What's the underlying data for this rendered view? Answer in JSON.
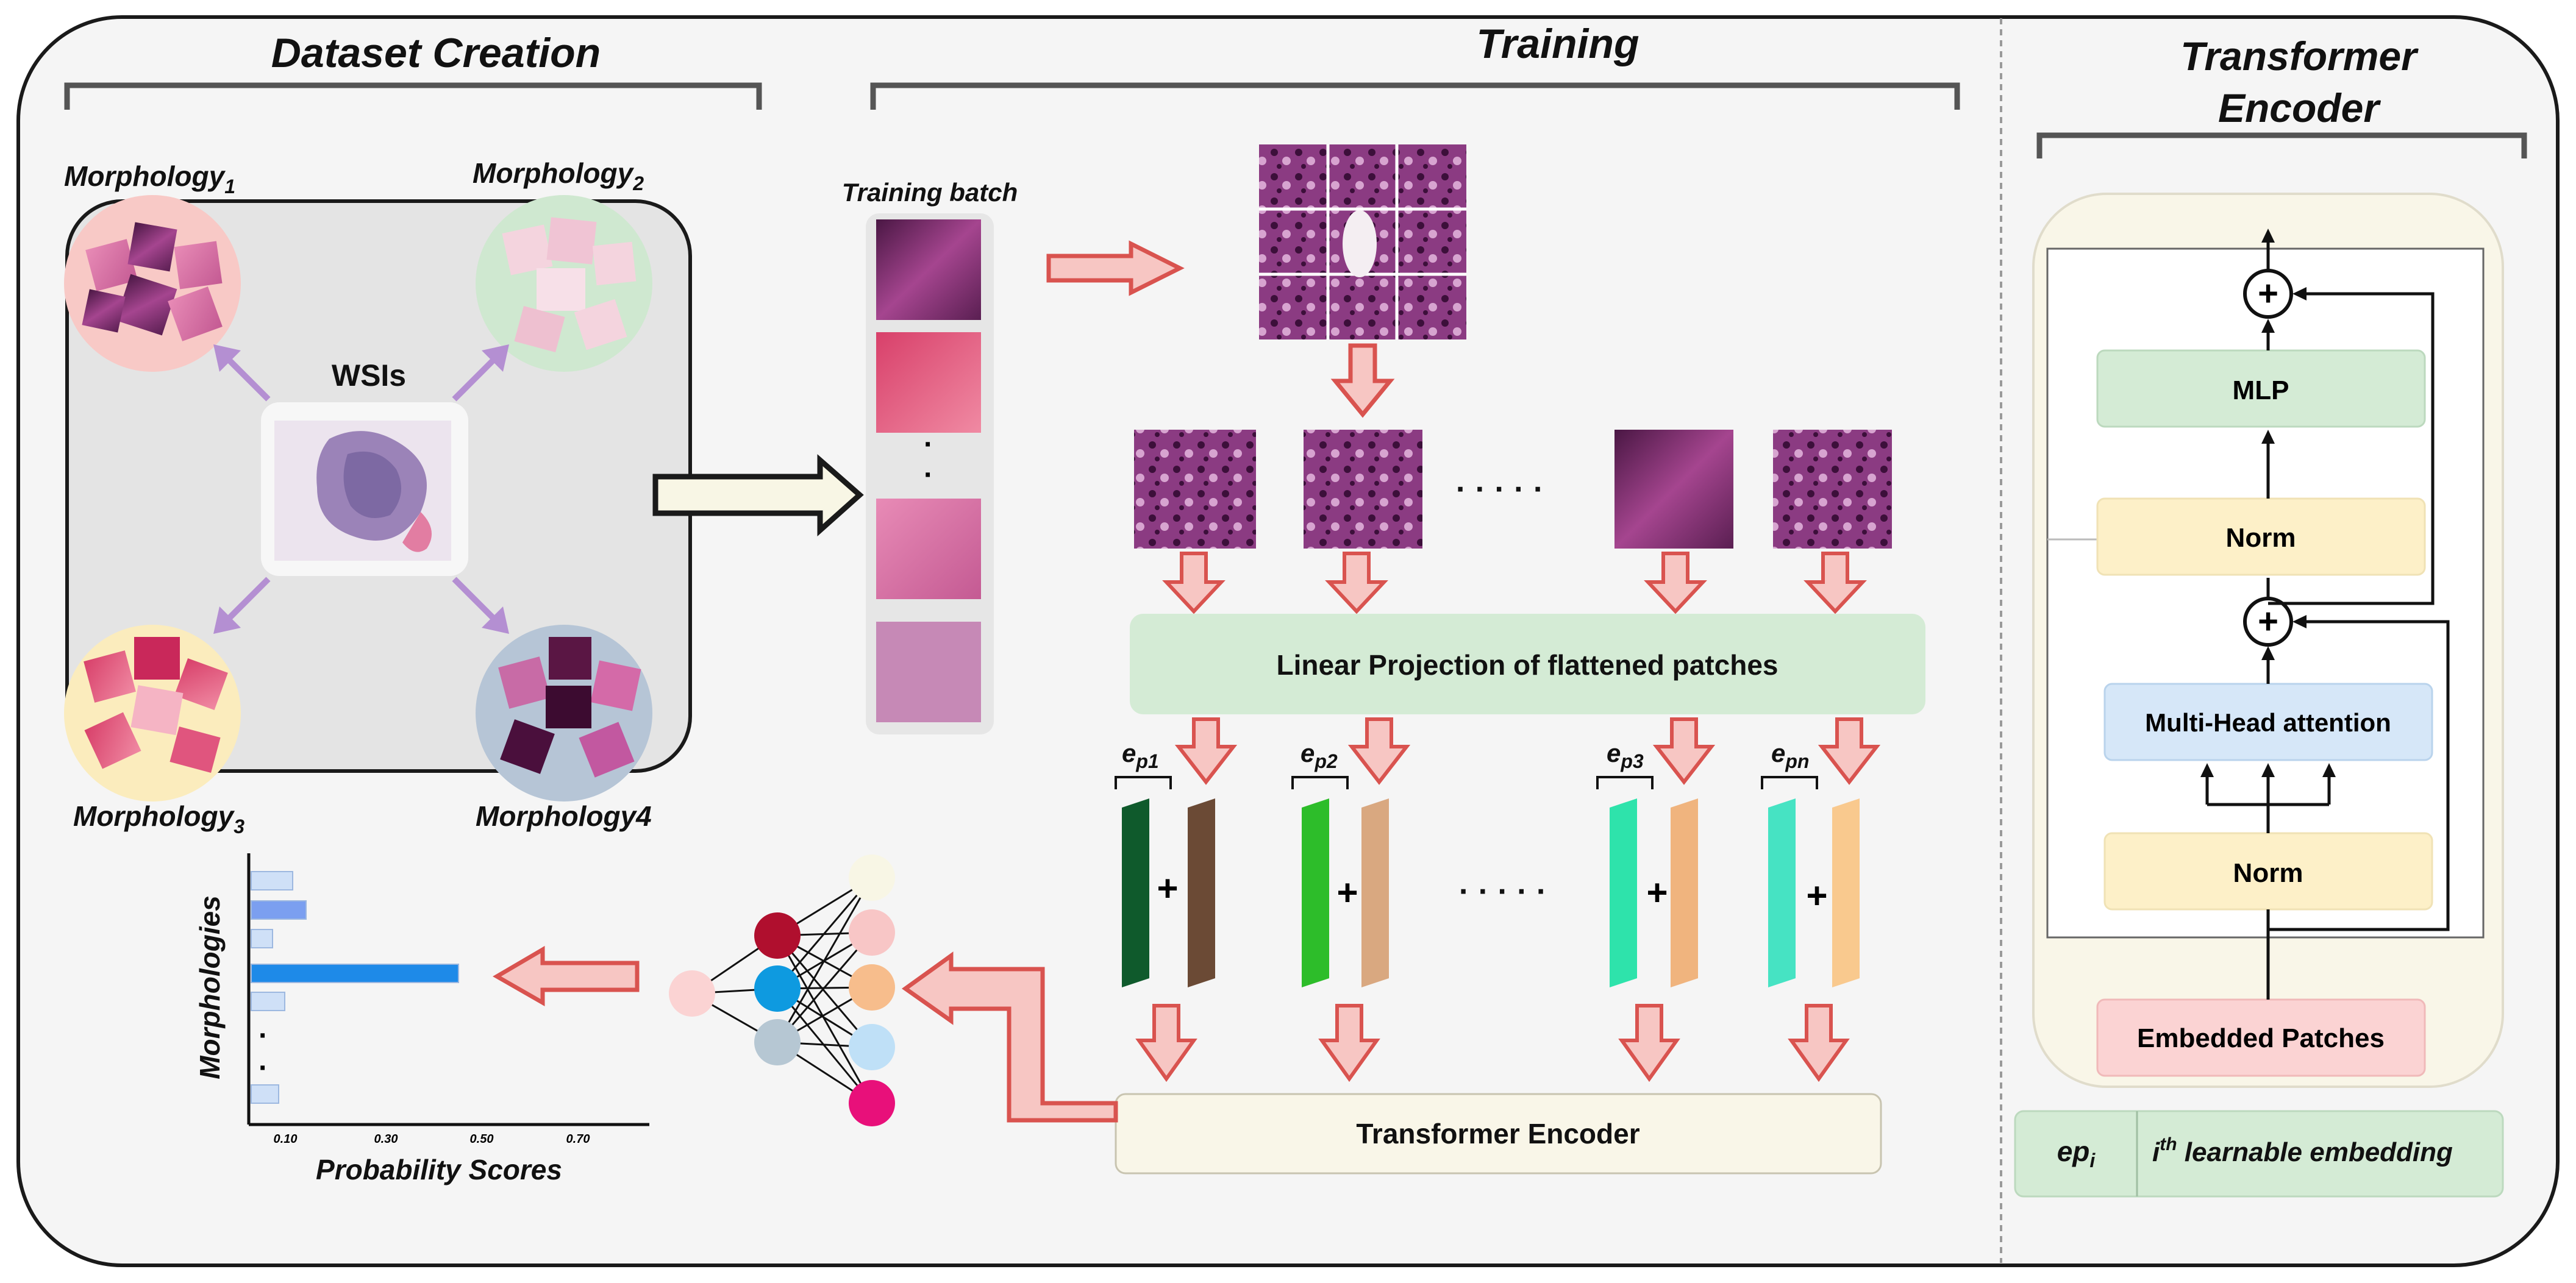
{
  "sections": {
    "dataset_creation": "Dataset Creation",
    "training": "Training",
    "transformer_encoder_line1": "Transformer",
    "transformer_encoder_line2": "Encoder"
  },
  "dataset": {
    "morph1": "Morphology",
    "morph1_sub": "1",
    "morph2": "Morphology",
    "morph2_sub": "2",
    "morph3": "Morphology",
    "morph3_sub": "3",
    "morph4": "Morphology4",
    "wsis": "WSIs"
  },
  "training": {
    "batch_label": "Training batch",
    "batch_dot": "·",
    "patch_ellipsis": "· · · · ·",
    "embed_ellipsis": "· · · · ·",
    "linear_projection": "Linear Projection of flattened patches",
    "transformer_encoder": "Transformer Encoder",
    "plus": "+",
    "embeddings": [
      {
        "base": "e",
        "sub": "p1"
      },
      {
        "base": "e",
        "sub": "p2"
      },
      {
        "base": "e",
        "sub": "p3"
      },
      {
        "base": "e",
        "sub": "pn"
      }
    ]
  },
  "output_chart": {
    "ylabel": "Morphologies",
    "xlabel": "Probability Scores",
    "xticks": [
      "0.10",
      "0.30",
      "0.50",
      "0.70"
    ],
    "dots": "·"
  },
  "encoder": {
    "mlp": "MLP",
    "norm_top": "Norm",
    "plus_symbol": "+",
    "mha": "Multi-Head attention",
    "norm_bottom": "Norm",
    "embedded": "Embedded Patches"
  },
  "legend": {
    "key": "ep",
    "key_sub": "i",
    "desc_base": "i",
    "desc_sup": "th",
    "desc_rest": " learnable embedding"
  },
  "colors": {
    "arrow_red_fill": "#f7c6c3",
    "arrow_red_stroke": "#d9534f",
    "green_box": "#d4ebd5",
    "yellow_box": "#fdf0c8",
    "blue_box": "#d6e7f8",
    "pink_box": "#fbd3d3",
    "cream_box": "#f9f6e8",
    "purple_arrow": "#b48fd2"
  }
}
